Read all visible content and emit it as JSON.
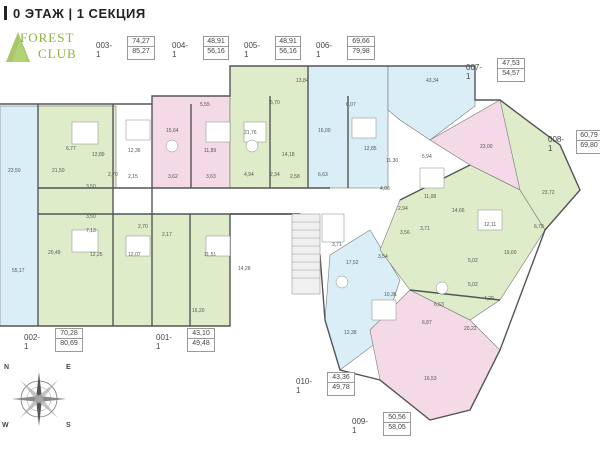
{
  "header": {
    "title": "0 ЭТАЖ | 1 СЕКЦИЯ"
  },
  "logo": {
    "line1": "FOREST",
    "line2": "CLUB",
    "color": "#8bb43a"
  },
  "compass": {
    "n": "N",
    "e": "E",
    "s": "S",
    "w": "W"
  },
  "colors": {
    "green": "#dfecc9",
    "pink": "#f4d9e7",
    "blue": "#d9eef7",
    "walls": "#555555",
    "stair": "#bbbbbb"
  },
  "apartments": [
    {
      "id": "003-1",
      "a1": "74,27",
      "a2": "85,27"
    },
    {
      "id": "004-1",
      "a1": "48,91",
      "a2": "56,16"
    },
    {
      "id": "005-1",
      "a1": "48,91",
      "a2": "56,16"
    },
    {
      "id": "006-1",
      "a1": "69,66",
      "a2": "79,98"
    },
    {
      "id": "007-1",
      "a1": "47,53",
      "a2": "54,57"
    },
    {
      "id": "008-1",
      "a1": "60,79",
      "a2": "69,80"
    },
    {
      "id": "002-1",
      "a1": "70,28",
      "a2": "80,69"
    },
    {
      "id": "001-1",
      "a1": "43,10",
      "a2": "49,48"
    },
    {
      "id": "010-1",
      "a1": "43,36",
      "a2": "49,78"
    },
    {
      "id": "009-1",
      "a1": "50,56",
      "a2": "58,05"
    }
  ],
  "room_areas": [
    "13,84",
    "43,34",
    "5,55",
    "5,70",
    "6,07",
    "12,89",
    "12,36",
    "15,64",
    "11,89",
    "21,76",
    "16,00",
    "12,85",
    "14,18",
    "23,50",
    "21,50",
    "6,77",
    "3,62",
    "3,63",
    "4,94",
    "2,34",
    "2,58",
    "6,63",
    "11,30",
    "5,94",
    "23,00",
    "2,70",
    "2,15",
    "3,50",
    "3,50",
    "11,08",
    "14,66",
    "4,06",
    "2,94",
    "3,71",
    "3,56",
    "12,11",
    "19,60",
    "6,78",
    "23,72",
    "20,49",
    "7,13",
    "12,25",
    "12,07",
    "2,70",
    "2,17",
    "11,51",
    "14,28",
    "3,71",
    "17,52",
    "3,54",
    "5,02",
    "5,02",
    "4,29",
    "55,17",
    "16,20",
    "12,38",
    "10,36",
    "6,63",
    "6,87",
    "20,22",
    "16,53"
  ]
}
